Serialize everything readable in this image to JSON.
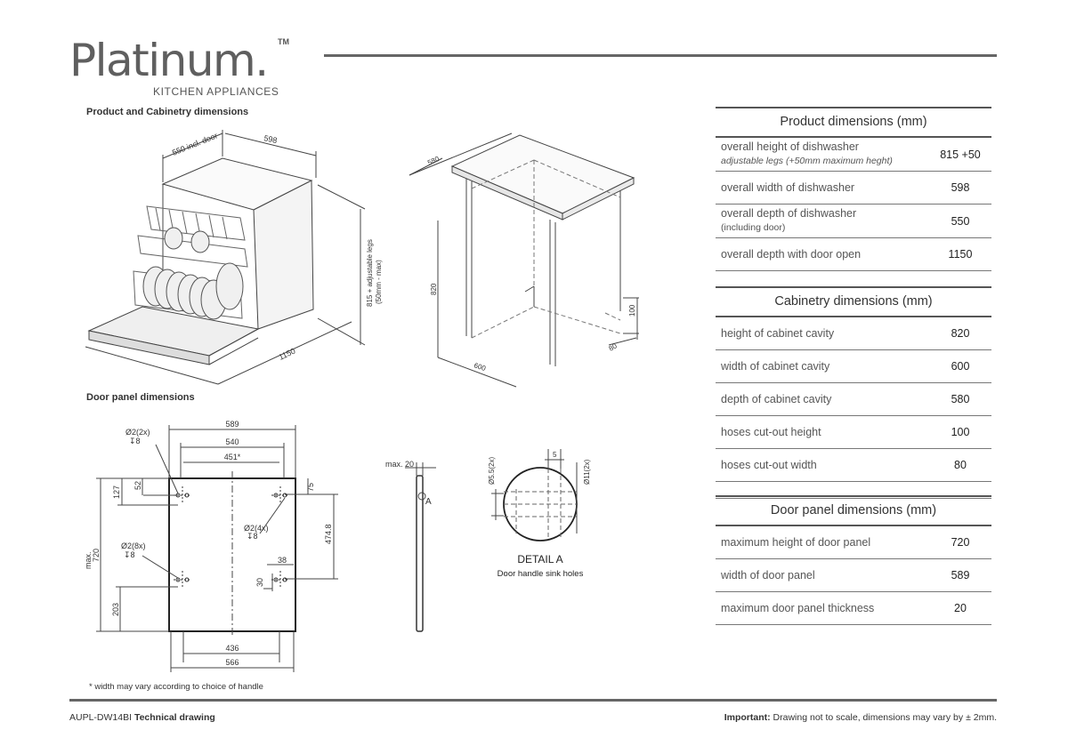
{
  "brand": {
    "name": "Platinum.",
    "tm": "TM",
    "tagline": "KITCHEN APPLIANCES"
  },
  "sections": {
    "product_cabinetry": "Product and Cabinetry dimensions",
    "door_panel": "Door panel dimensions"
  },
  "drawing_labels": {
    "depth_incl_door": "550 incl. door",
    "width_598": "598",
    "height_legs": "815 + adjustable legs",
    "height_legs_sub": "(50mm - max)",
    "depth_open": "1150",
    "cab_depth": "580",
    "cab_height": "820",
    "cab_width": "600",
    "hose_h": "100",
    "hose_w": "80",
    "door_589": "589",
    "door_540": "540",
    "door_451": "451*",
    "door_436": "436",
    "door_566": "566",
    "door_max": "max.",
    "door_720": "720",
    "door_127": "127",
    "door_52": "52",
    "door_75": "75",
    "door_474": "474.8",
    "door_38": "38",
    "door_30": "30",
    "door_203": "203",
    "hole_2x": "Ø2(2x)",
    "hole_2x_d": "↧8",
    "hole_4x": "Ø2(4x)",
    "hole_4x_d": "↧8",
    "hole_8x": "Ø2(8x)",
    "hole_8x_d": "↧8",
    "side_max": "max. 20",
    "side_a": "A",
    "detail_5_5": "Ø5.5(2x)",
    "detail_5": "5",
    "detail_11": "Ø11(2x)",
    "detail_title": "DETAIL A",
    "detail_sub": "Door handle sink holes"
  },
  "product_table": {
    "title": "Product dimensions (mm)",
    "rows": [
      {
        "label": "overall height of dishwasher",
        "sub": "adjustable legs (+50mm maximum heght)",
        "value": "815 +50"
      },
      {
        "label": "overall width of dishwasher",
        "sub": "",
        "value": "598"
      },
      {
        "label": "overall depth of dishwasher",
        "sub": "(including door)",
        "value": "550"
      },
      {
        "label": "overall depth with door open",
        "sub": "",
        "value": "1150"
      }
    ]
  },
  "cabinetry_table": {
    "title": "Cabinetry dimensions (mm)",
    "rows": [
      {
        "label": "height of cabinet cavity",
        "value": "820"
      },
      {
        "label": "width of cabinet cavity",
        "value": "600"
      },
      {
        "label": "depth of cabinet cavity",
        "value": "580"
      },
      {
        "label": "hoses cut-out height",
        "value": "100"
      },
      {
        "label": "hoses cut-out width",
        "value": "80"
      }
    ]
  },
  "door_table": {
    "title": "Door panel dimensions (mm)",
    "rows": [
      {
        "label": "maximum height of door panel",
        "value": "720"
      },
      {
        "label": "width of door panel",
        "value": "589"
      },
      {
        "label": "maximum door panel thickness",
        "value": "20"
      }
    ]
  },
  "footnote": "* width may vary according to choice of handle",
  "footer": {
    "model": "AUPL-DW14BI",
    "model_suffix": " Technical drawing",
    "important_label": "Important:",
    "important_text": " Drawing not to scale, dimensions may vary by ± 2mm."
  }
}
